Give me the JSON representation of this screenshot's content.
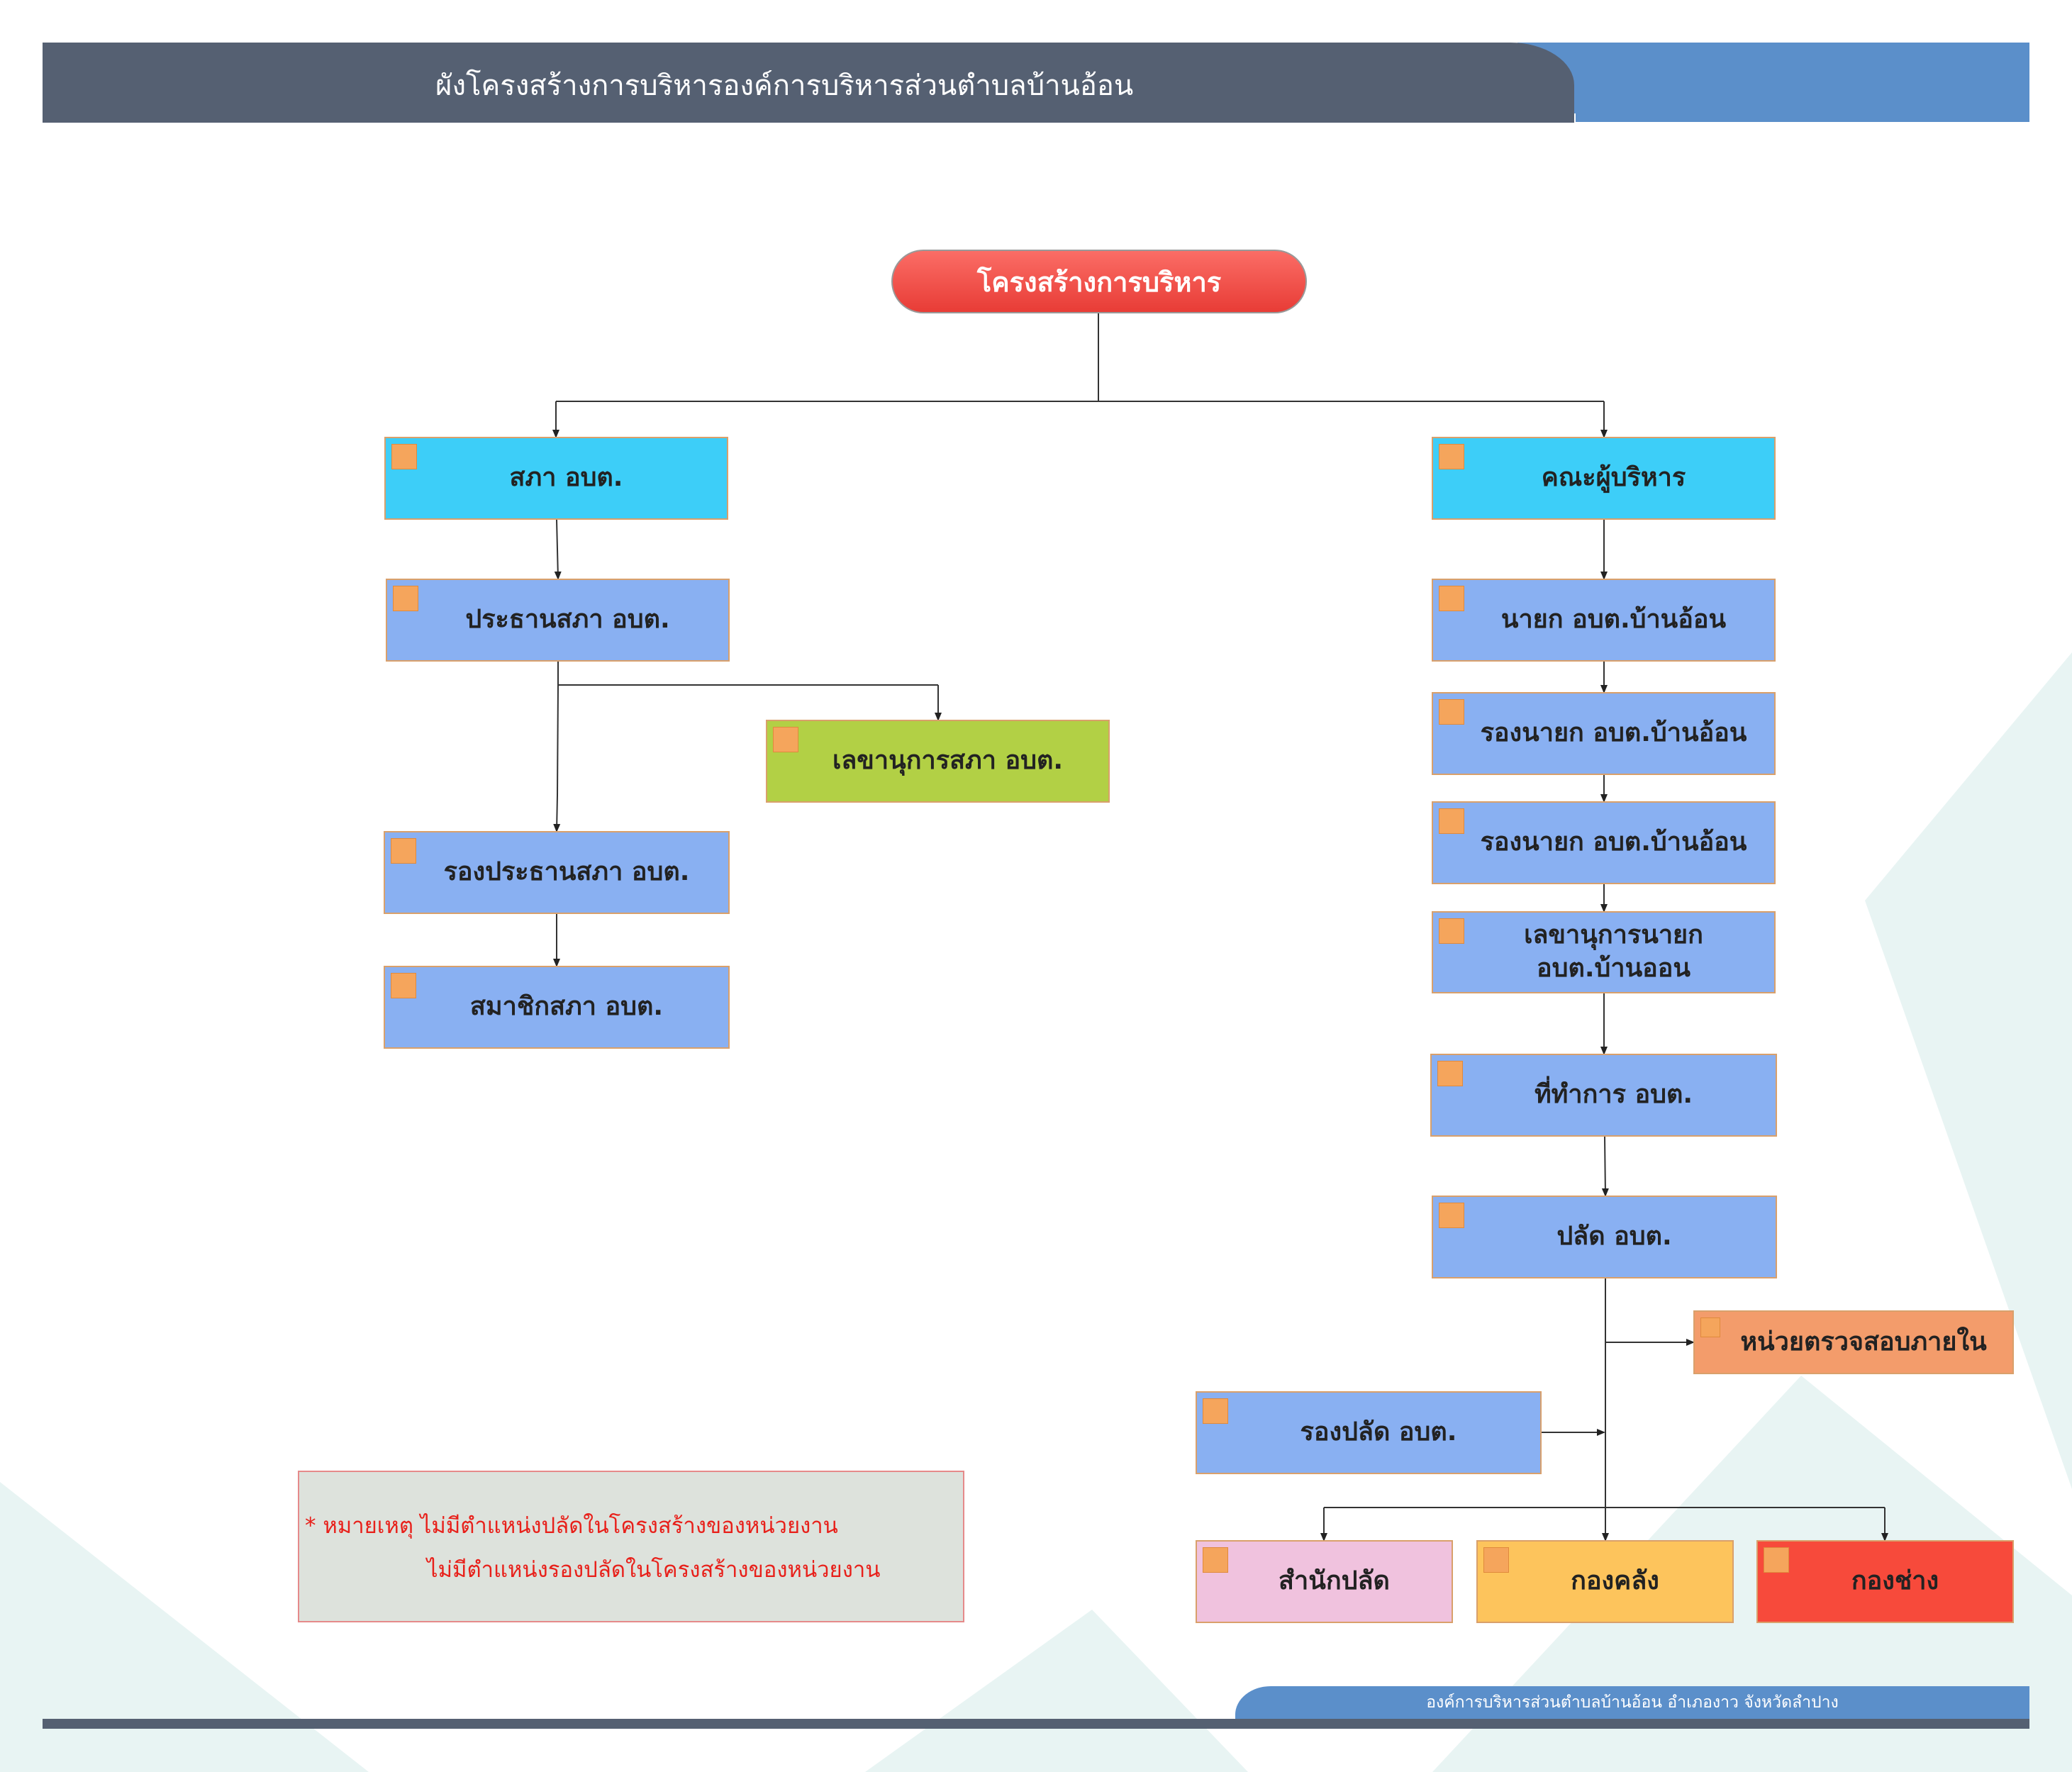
{
  "header": {
    "title": "ผังโครงสร้างการบริหารองค์การบริหารส่วนตำบลบ้านอ้อน"
  },
  "root": {
    "label": "โครงสร้างการบริหาร",
    "color": "#f0504a"
  },
  "nodes": {
    "sapha": "สภา อบต.",
    "khana": "คณะผู้บริหาร",
    "prathan": "ประธานสภา อบต.",
    "lekha_sapha": "เลขานุการสภา อบต.",
    "rong_prathan": "รองประธานสภา อบต.",
    "samachik": "สมาชิกสภา อบต.",
    "nayok": "นายก อบต.บ้านอ้อน",
    "rong_nayok_1": "รองนายก อบต.บ้านอ้อน",
    "rong_nayok_2": "รองนายก อบต.บ้านอ้อน",
    "lekha_nayok": "เลขานุการนายก อบต.บ้านออน",
    "thi_tham_kan": "ที่ทำการ อบต.",
    "palad": "ปลัด อบต.",
    "nuai_truat": "หน่วยตรวจสอบภายใน",
    "rong_palad": "รองปลัด อบต.",
    "samnak_palad": "สำนักปลัด",
    "kong_khlang": "กองคลัง",
    "kong_chang": "กองช่าง"
  },
  "colors": {
    "cyan": "#3dcef8",
    "blue": "#89b0f2",
    "green": "#b2d045",
    "orange": "#f39c6b",
    "pink": "#f0c2de",
    "yellow": "#fdc45c",
    "red": "#f74a3b",
    "marker": "#f5a55c",
    "header": "#556072",
    "accent": "#5b8fca"
  },
  "note": {
    "line1": "* หมายเหตุ ไม่มีตำแหน่งปลัดในโครงสร้างของหน่วยงาน",
    "line2": "ไม่มีตำแหน่งรองปลัดในโครงสร้างของหน่วยงาน"
  },
  "footer": {
    "text": "องค์การบริหารส่วนตำบลบ้านอ้อน อำเภองาว จังหวัดลำปาง"
  }
}
